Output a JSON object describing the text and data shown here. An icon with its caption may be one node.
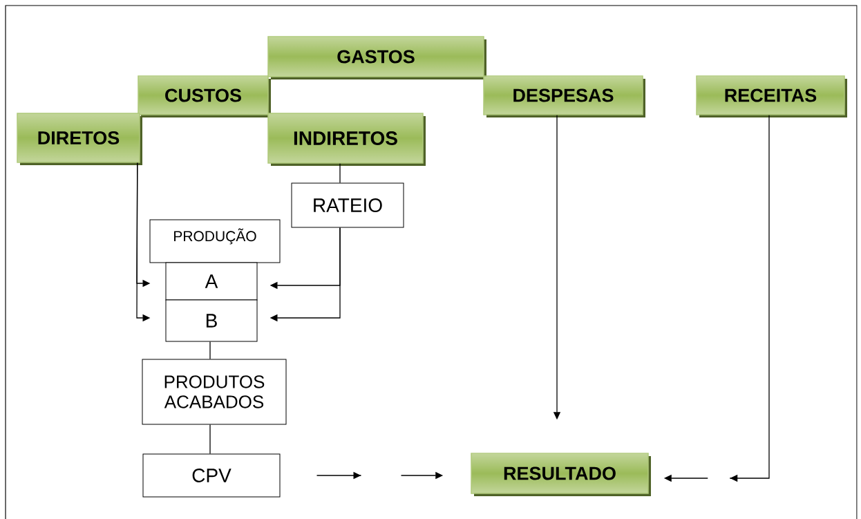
{
  "diagram": {
    "nodes": [
      {
        "text": [
          "GASTOS"
        ]
      },
      {
        "text": [
          "CUSTOS"
        ]
      },
      {
        "text": [
          "DESPESAS"
        ]
      },
      {
        "text": [
          "RECEITAS"
        ]
      },
      {
        "text": [
          "DIRETOS"
        ]
      },
      {
        "text": [
          "INDIRETOS"
        ]
      },
      {
        "text": [
          "RATEIO"
        ]
      },
      {
        "text": [
          "PRODUÇÃO"
        ]
      },
      {
        "text": [
          "A"
        ]
      },
      {
        "text": [
          "B"
        ]
      },
      {
        "text": [
          "PRODUTOS ACABADOS"
        ]
      },
      {
        "text": [
          "CPV"
        ]
      },
      {
        "text": [
          "RESULTADO"
        ]
      }
    ],
    "edges": [
      {
        "from": 5,
        "to": 6,
        "arrow": "none"
      },
      {
        "from": 4,
        "to": 8,
        "arrow": "to"
      },
      {
        "from": 4,
        "to": 9,
        "arrow": "to"
      },
      {
        "from": 6,
        "to": 8,
        "arrow": "to"
      },
      {
        "from": 6,
        "to": 9,
        "arrow": "to"
      },
      {
        "from": 9,
        "to": 10,
        "arrow": "none"
      },
      {
        "from": 10,
        "to": 11,
        "arrow": "none"
      },
      {
        "from": 11,
        "to": 12,
        "arrow": "to",
        "style": "dashed"
      },
      {
        "from": 2,
        "to": 12,
        "arrow": "to"
      },
      {
        "from": 3,
        "to": 12,
        "arrow": "to",
        "style": "dashed"
      }
    ]
  }
}
